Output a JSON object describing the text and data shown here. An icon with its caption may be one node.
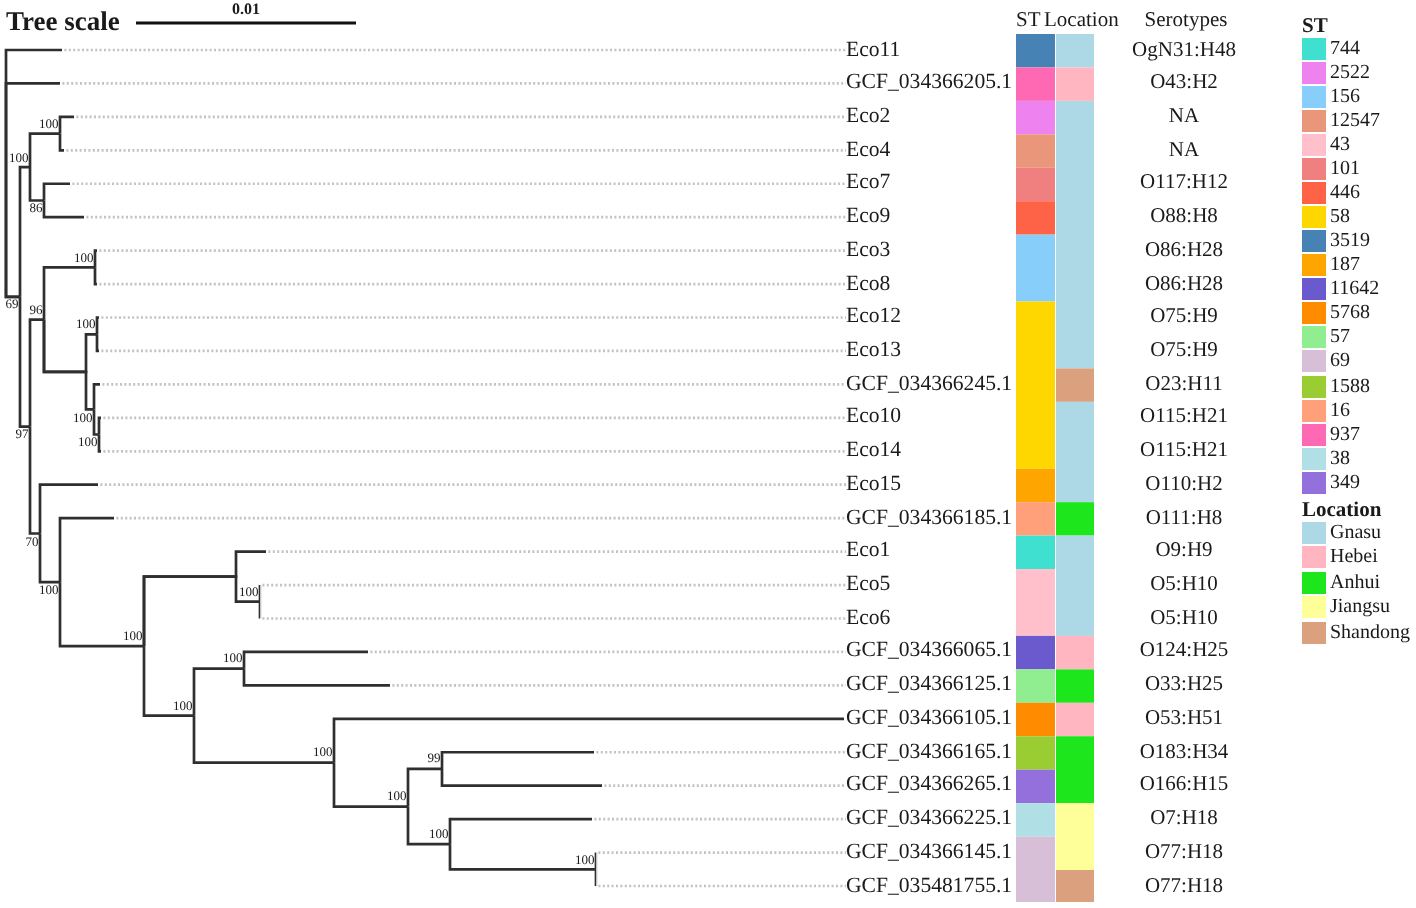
{
  "diagram": {
    "nodes": [
      {
        "text": [
          "Eco11"
        ]
      },
      {
        "text": [
          "GCF_034366205.1"
        ]
      },
      {
        "text": [
          "Eco2"
        ]
      },
      {
        "text": [
          "Eco4"
        ]
      },
      {
        "text": [
          "Eco7"
        ]
      },
      {
        "text": [
          "Eco9"
        ]
      },
      {
        "text": [
          "Eco3"
        ]
      },
      {
        "text": [
          "Eco8"
        ]
      },
      {
        "text": [
          "Eco12"
        ]
      },
      {
        "text": [
          "Eco13"
        ]
      },
      {
        "text": [
          "GCF_034366245.1"
        ]
      },
      {
        "text": [
          "Eco10"
        ]
      },
      {
        "text": [
          "Eco14"
        ]
      },
      {
        "text": [
          "Eco15"
        ]
      },
      {
        "text": [
          "GCF_034366185.1"
        ]
      },
      {
        "text": [
          "Eco1"
        ]
      },
      {
        "text": [
          "Eco5"
        ]
      },
      {
        "text": [
          "Eco6"
        ]
      },
      {
        "text": [
          "GCF_034366065.1"
        ]
      },
      {
        "text": [
          "GCF_034366125.1"
        ]
      },
      {
        "text": [
          "GCF_034366105.1"
        ]
      },
      {
        "text": [
          "GCF_034366165.1"
        ]
      },
      {
        "text": [
          "GCF_034366265.1"
        ]
      },
      {
        "text": [
          "GCF_034366225.1"
        ]
      },
      {
        "text": [
          "GCF_034366145.1"
        ]
      },
      {
        "text": [
          "GCF_035481755.1"
        ]
      },
      {
        "text": [
          "69"
        ]
      },
      {
        "text": [
          "100"
        ]
      },
      {
        "text": [
          "100"
        ]
      },
      {
        "text": [
          "86"
        ]
      },
      {
        "text": [
          "97"
        ]
      },
      {
        "text": [
          "96"
        ]
      },
      {
        "text": [
          "100"
        ]
      },
      {
        "text": [
          "100"
        ]
      },
      {
        "text": [
          "100"
        ]
      },
      {
        "text": [
          "100"
        ]
      },
      {
        "text": [
          "70"
        ]
      },
      {
        "text": [
          "100"
        ]
      },
      {
        "text": [
          "100"
        ]
      },
      {
        "text": [
          "100"
        ]
      },
      {
        "text": [
          "100"
        ]
      },
      {
        "text": [
          "100"
        ]
      },
      {
        "text": [
          "100"
        ]
      },
      {
        "text": [
          "100"
        ]
      },
      {
        "text": [
          "99"
        ]
      },
      {
        "text": [
          "100"
        ]
      },
      {
        "text": [
          "100"
        ]
      }
    ],
    "edges": [
      {
        "from": 26,
        "to": 0,
        "arrow": "none"
      },
      {
        "from": 26,
        "to": 1,
        "arrow": "none"
      },
      {
        "from": 26,
        "to": 27,
        "arrow": "none"
      },
      {
        "from": 26,
        "to": 30,
        "arrow": "none"
      },
      {
        "from": 27,
        "to": 28,
        "arrow": "none"
      },
      {
        "from": 27,
        "to": 29,
        "arrow": "none"
      },
      {
        "from": 28,
        "to": 2,
        "arrow": "none"
      },
      {
        "from": 28,
        "to": 3,
        "arrow": "none"
      },
      {
        "from": 29,
        "to": 4,
        "arrow": "none"
      },
      {
        "from": 29,
        "to": 5,
        "arrow": "none"
      },
      {
        "from": 30,
        "to": 31,
        "arrow": "none"
      },
      {
        "from": 30,
        "to": 36,
        "arrow": "none"
      },
      {
        "from": 31,
        "to": 32,
        "arrow": "none"
      },
      {
        "from": 31,
        "to": 33,
        "arrow": "none"
      },
      {
        "from": 31,
        "to": 34,
        "arrow": "none"
      },
      {
        "from": 32,
        "to": 6,
        "arrow": "none"
      },
      {
        "from": 32,
        "to": 7,
        "arrow": "none"
      },
      {
        "from": 33,
        "to": 8,
        "arrow": "none"
      },
      {
        "from": 33,
        "to": 9,
        "arrow": "none"
      },
      {
        "from": 34,
        "to": 10,
        "arrow": "none"
      },
      {
        "from": 34,
        "to": 35,
        "arrow": "none"
      },
      {
        "from": 35,
        "to": 11,
        "arrow": "none"
      },
      {
        "from": 35,
        "to": 12,
        "arrow": "none"
      },
      {
        "from": 36,
        "to": 13,
        "arrow": "none"
      },
      {
        "from": 36,
        "to": 37,
        "arrow": "none"
      },
      {
        "from": 37,
        "to": 14,
        "arrow": "none"
      },
      {
        "from": 37,
        "to": 38,
        "arrow": "none"
      },
      {
        "from": 38,
        "to": 15,
        "arrow": "none"
      },
      {
        "from": 38,
        "to": 39,
        "arrow": "none"
      },
      {
        "from": 38,
        "to": 40,
        "arrow": "none"
      },
      {
        "from": 39,
        "to": 16,
        "arrow": "none"
      },
      {
        "from": 39,
        "to": 17,
        "arrow": "none"
      },
      {
        "from": 40,
        "to": 41,
        "arrow": "none"
      },
      {
        "from": 40,
        "to": 42,
        "arrow": "none"
      },
      {
        "from": 41,
        "to": 18,
        "arrow": "none"
      },
      {
        "from": 41,
        "to": 19,
        "arrow": "none"
      },
      {
        "from": 42,
        "to": 20,
        "arrow": "none"
      },
      {
        "from": 42,
        "to": 43,
        "arrow": "none"
      },
      {
        "from": 43,
        "to": 44,
        "arrow": "none"
      },
      {
        "from": 43,
        "to": 45,
        "arrow": "none"
      },
      {
        "from": 44,
        "to": 21,
        "arrow": "none"
      },
      {
        "from": 44,
        "to": 22,
        "arrow": "none"
      },
      {
        "from": 45,
        "to": 23,
        "arrow": "none"
      },
      {
        "from": 45,
        "to": 46,
        "arrow": "none"
      },
      {
        "from": 46,
        "to": 24,
        "arrow": "none"
      },
      {
        "from": 46,
        "to": 25,
        "arrow": "none"
      }
    ],
    "labels": [
      "Tree scale",
      "0.01",
      "ST",
      "Location",
      "Serotypes",
      "OgN31:H48",
      "O43:H2",
      "NA",
      "NA",
      "O117:H12",
      "O88:H8",
      "O86:H28",
      "O86:H28",
      "O75:H9",
      "O75:H9",
      "O23:H11",
      "O115:H21",
      "O115:H21",
      "O110:H2",
      "O111:H8",
      "O9:H9",
      "O5:H10",
      "O5:H10",
      "O124:H25",
      "O33:H25",
      "O53:H51",
      "O183:H34",
      "O166:H15",
      "O7:H18",
      "O77:H18",
      "O77:H18",
      "ST",
      "Location"
    ],
    "legend": [
      {
        "text": "744",
        "color": "#40e0d0"
      },
      {
        "text": "2522",
        "color": "#ee82ee"
      },
      {
        "text": "156",
        "color": "#87cefa"
      },
      {
        "text": "12547",
        "color": "#e9967a"
      },
      {
        "text": "43",
        "color": "#ffc0cb"
      },
      {
        "text": "101",
        "color": "#f08080"
      },
      {
        "text": "446",
        "color": "#ff6347"
      },
      {
        "text": "58",
        "color": "#ffd700"
      },
      {
        "text": "3519",
        "color": "#4682b4"
      },
      {
        "text": "187",
        "color": "#ffa500"
      },
      {
        "text": "11642",
        "color": "#6a5acd"
      },
      {
        "text": "5768",
        "color": "#ff8c00"
      },
      {
        "text": "57",
        "color": "#90ee90"
      },
      {
        "text": "69",
        "color": "#d8bfd8"
      },
      {
        "text": "1588",
        "color": "#9acd32"
      },
      {
        "text": "16",
        "color": "#ffa07a"
      },
      {
        "text": "937",
        "color": "#ff69b4"
      },
      {
        "text": "38",
        "color": "#b0e0e6"
      },
      {
        "text": "349",
        "color": "#9370db"
      },
      {
        "text": "Gnasu",
        "color": "#add8e6"
      },
      {
        "text": "Hebei",
        "color": "#ffb6c1"
      },
      {
        "text": "Anhui",
        "color": "#1de61d"
      },
      {
        "text": "Jiangsu",
        "color": "#ffff99"
      },
      {
        "text": "Shandong",
        "color": "#dba17e"
      }
    ]
  }
}
